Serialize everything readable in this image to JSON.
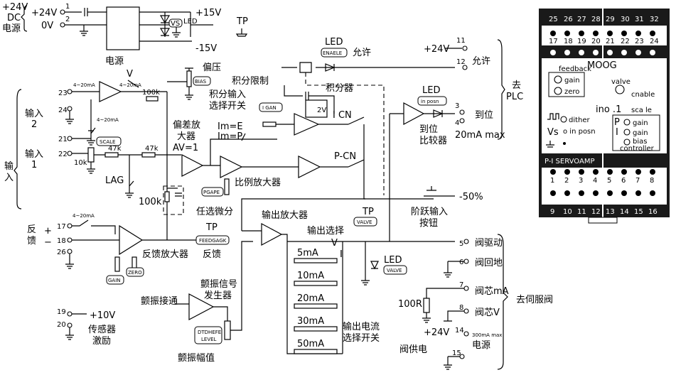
{
  "power": {
    "in_24v": "+24V",
    "in_dc": "DC",
    "in_supply": "电源",
    "in_0v": "0V",
    "t1": "1",
    "t2": "2",
    "out_pos15": "+15V",
    "out_neg15": "-15V",
    "vs": "VS",
    "led": "LED",
    "tp": "TP",
    "block_label": "电源"
  },
  "inputs": {
    "group": "输入",
    "input2": "输入\n2",
    "input1": "输入\n1",
    "t23": "23",
    "t24": "24",
    "t21": "21",
    "t22": "22",
    "range_a": "4~20mA",
    "range_b": "4~20mA",
    "range_c": "4~20mA",
    "v": "V",
    "r100k_top": "100k",
    "scale": "SCALE",
    "r10k": "10k",
    "r47k_a": "47k",
    "r47k_b": "47k",
    "lag": "LAG",
    "r100k_lag": "100k"
  },
  "bias": {
    "tag": "BIAS",
    "label": "偏压"
  },
  "deviation_amp": {
    "label": "偏差放\n大器\nAV=1"
  },
  "integral": {
    "limit": "积分限制",
    "input_select": "积分输入\n选择开关",
    "integrator": "积分器",
    "gain_tag": "I GAN",
    "v2": "2V",
    "im_e": "Im=E",
    "im_p": "Im=P",
    "i_cn": "I CN",
    "p_cn": "P-CN"
  },
  "proportional": {
    "label": "比例放大器",
    "tag": "PGAPE"
  },
  "optional_diff": {
    "label": "任选微分"
  },
  "enable": {
    "led": "LED",
    "tag": "ENAELE",
    "label": "允许",
    "plc_24v": "+24V",
    "t11": "11",
    "t12": "12",
    "allow": "允许"
  },
  "plc": {
    "label": "去\nPLC"
  },
  "in_position": {
    "led": "LED",
    "tag": "in posn",
    "t3": "3",
    "t4": "4",
    "arrive": "到位",
    "comparator": "到位\n比较器",
    "max": "20mA max"
  },
  "step_input": {
    "neg50": "-50%",
    "label": "阶跃输入\n按钮"
  },
  "feedback": {
    "group": "反\n馈",
    "t17": "17",
    "t18": "18",
    "t26": "26",
    "range": "4~20mA",
    "plus": "+",
    "minus": "−",
    "amp_label": "反馈放大器",
    "gain_tag": "GAIN",
    "zero_tag": "ZERO",
    "tp": "TP",
    "tp_tag": "FEEDGAGK",
    "fb_label": "反馈"
  },
  "output": {
    "amp_label": "输出放大器",
    "select": "输出选择",
    "tp": "TP",
    "tp_tag": "VALVE",
    "v": "V",
    "i": "I",
    "led": "LED",
    "led_tag": "VALVE",
    "ranges": [
      "5mA",
      "10mA",
      "20mA",
      "30mA",
      "50mA"
    ],
    "current_select": "输出电流\n选择开关",
    "t5": "5",
    "drive": "阀驱动",
    "t6": "6",
    "return": "阀回地",
    "t7": "7",
    "core_ma": "阀芯mA",
    "r100": "100R",
    "t8": "8",
    "core_v": "阀芯V",
    "t14": "14",
    "v24": "+24V",
    "ma300": "300mA max",
    "supply": "电源",
    "valve_supply": "阀供电",
    "t15": "15",
    "to_servo": "去伺服阀"
  },
  "dither": {
    "enable": "颤振接通",
    "generator": "颤振信号\n发生器",
    "level_tag": "DTDHEFE\nLEVEL",
    "amplitude": "颤振幅值"
  },
  "sensor": {
    "t19": "19",
    "t20": "20",
    "v10": "+10V",
    "label": "传感器\n激励"
  },
  "module": {
    "top_row1": [
      "25",
      "26",
      "27",
      "28",
      "29",
      "30",
      "31",
      "32"
    ],
    "top_row2": [
      "17",
      "18",
      "19",
      "20",
      "21",
      "22",
      "23",
      "24"
    ],
    "bottom_row1": [
      "1",
      "2",
      "3",
      "4",
      "5",
      "6",
      "7",
      "8"
    ],
    "bottom_row2": [
      "9",
      "10",
      "11",
      "12",
      "13",
      "14",
      "15",
      "16"
    ],
    "brand": "MOOG",
    "feedback": "feedback",
    "gain": "gain",
    "zero": "zero",
    "valve": "valve",
    "enable": "cnable",
    "ino": "ino .1",
    "scale": "sca le",
    "dither": "dither",
    "vs": "Vs",
    "in_posn": "o in posn",
    "p": "P",
    "p_gain": "gain",
    "i": "I",
    "i_gain": "gain",
    "bias": "bias",
    "controller": "controller",
    "name": "P-I SERVOAMP"
  }
}
